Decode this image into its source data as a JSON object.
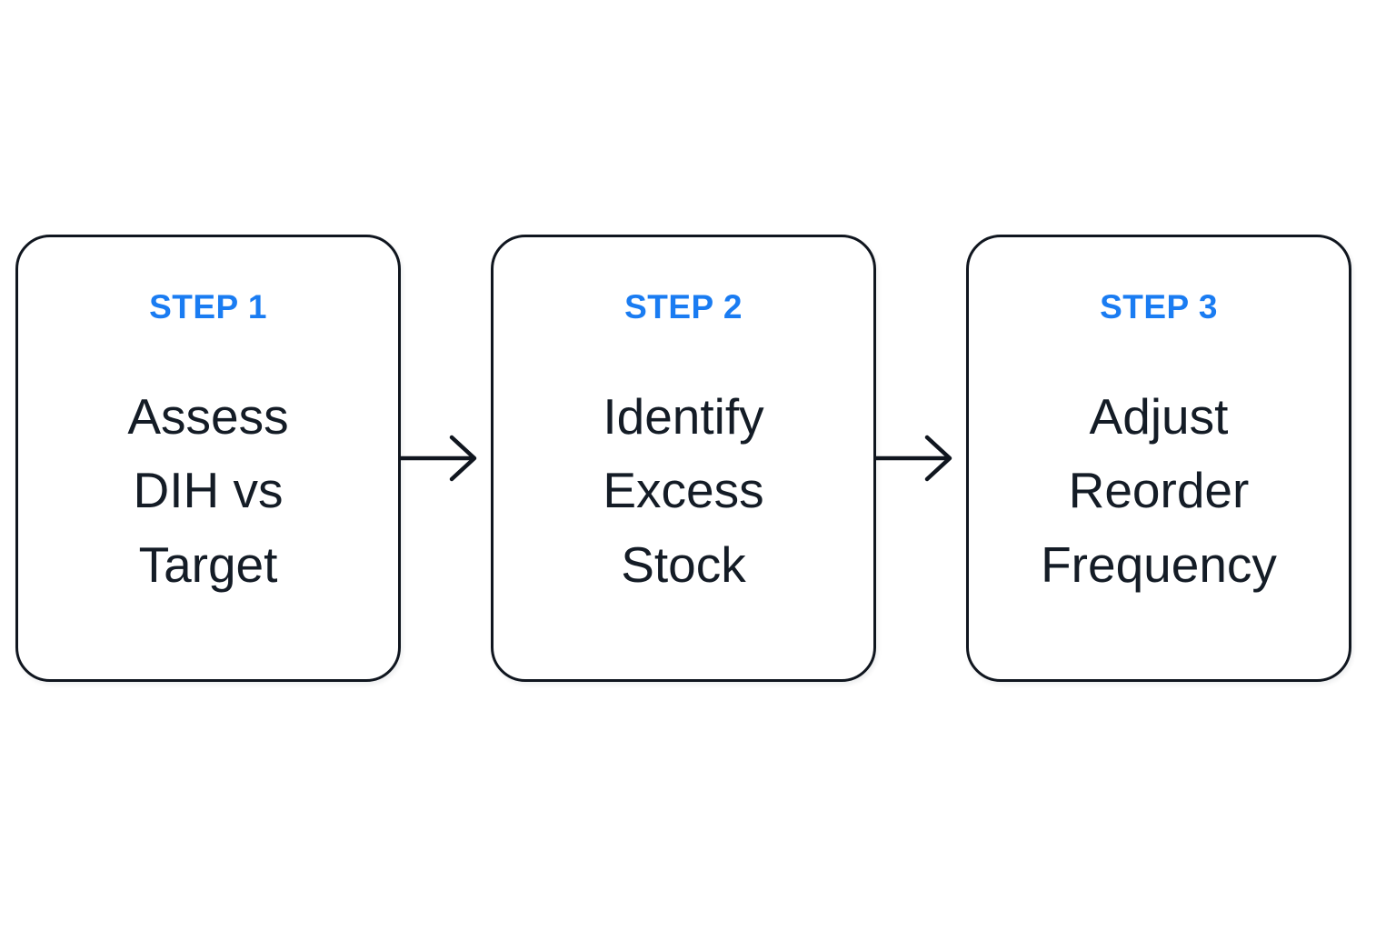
{
  "diagram": {
    "type": "process-flow",
    "direction": "left-to-right",
    "steps": [
      {
        "label": "STEP 1",
        "title": "Assess\nDIH vs\nTarget"
      },
      {
        "label": "STEP 2",
        "title": "Identify\nExcess\nStock"
      },
      {
        "label": "STEP 3",
        "title": "Adjust\nReorder\nFrequency"
      }
    ],
    "connectors": [
      {
        "icon": "arrow-right-icon",
        "from": "STEP 1",
        "to": "STEP 2"
      },
      {
        "icon": "arrow-right-icon",
        "from": "STEP 2",
        "to": "STEP 3"
      }
    ]
  },
  "colors": {
    "bg": "#ffffff",
    "accent": "#1a7cf2",
    "ink": "#141c26",
    "line": "#10161f"
  }
}
